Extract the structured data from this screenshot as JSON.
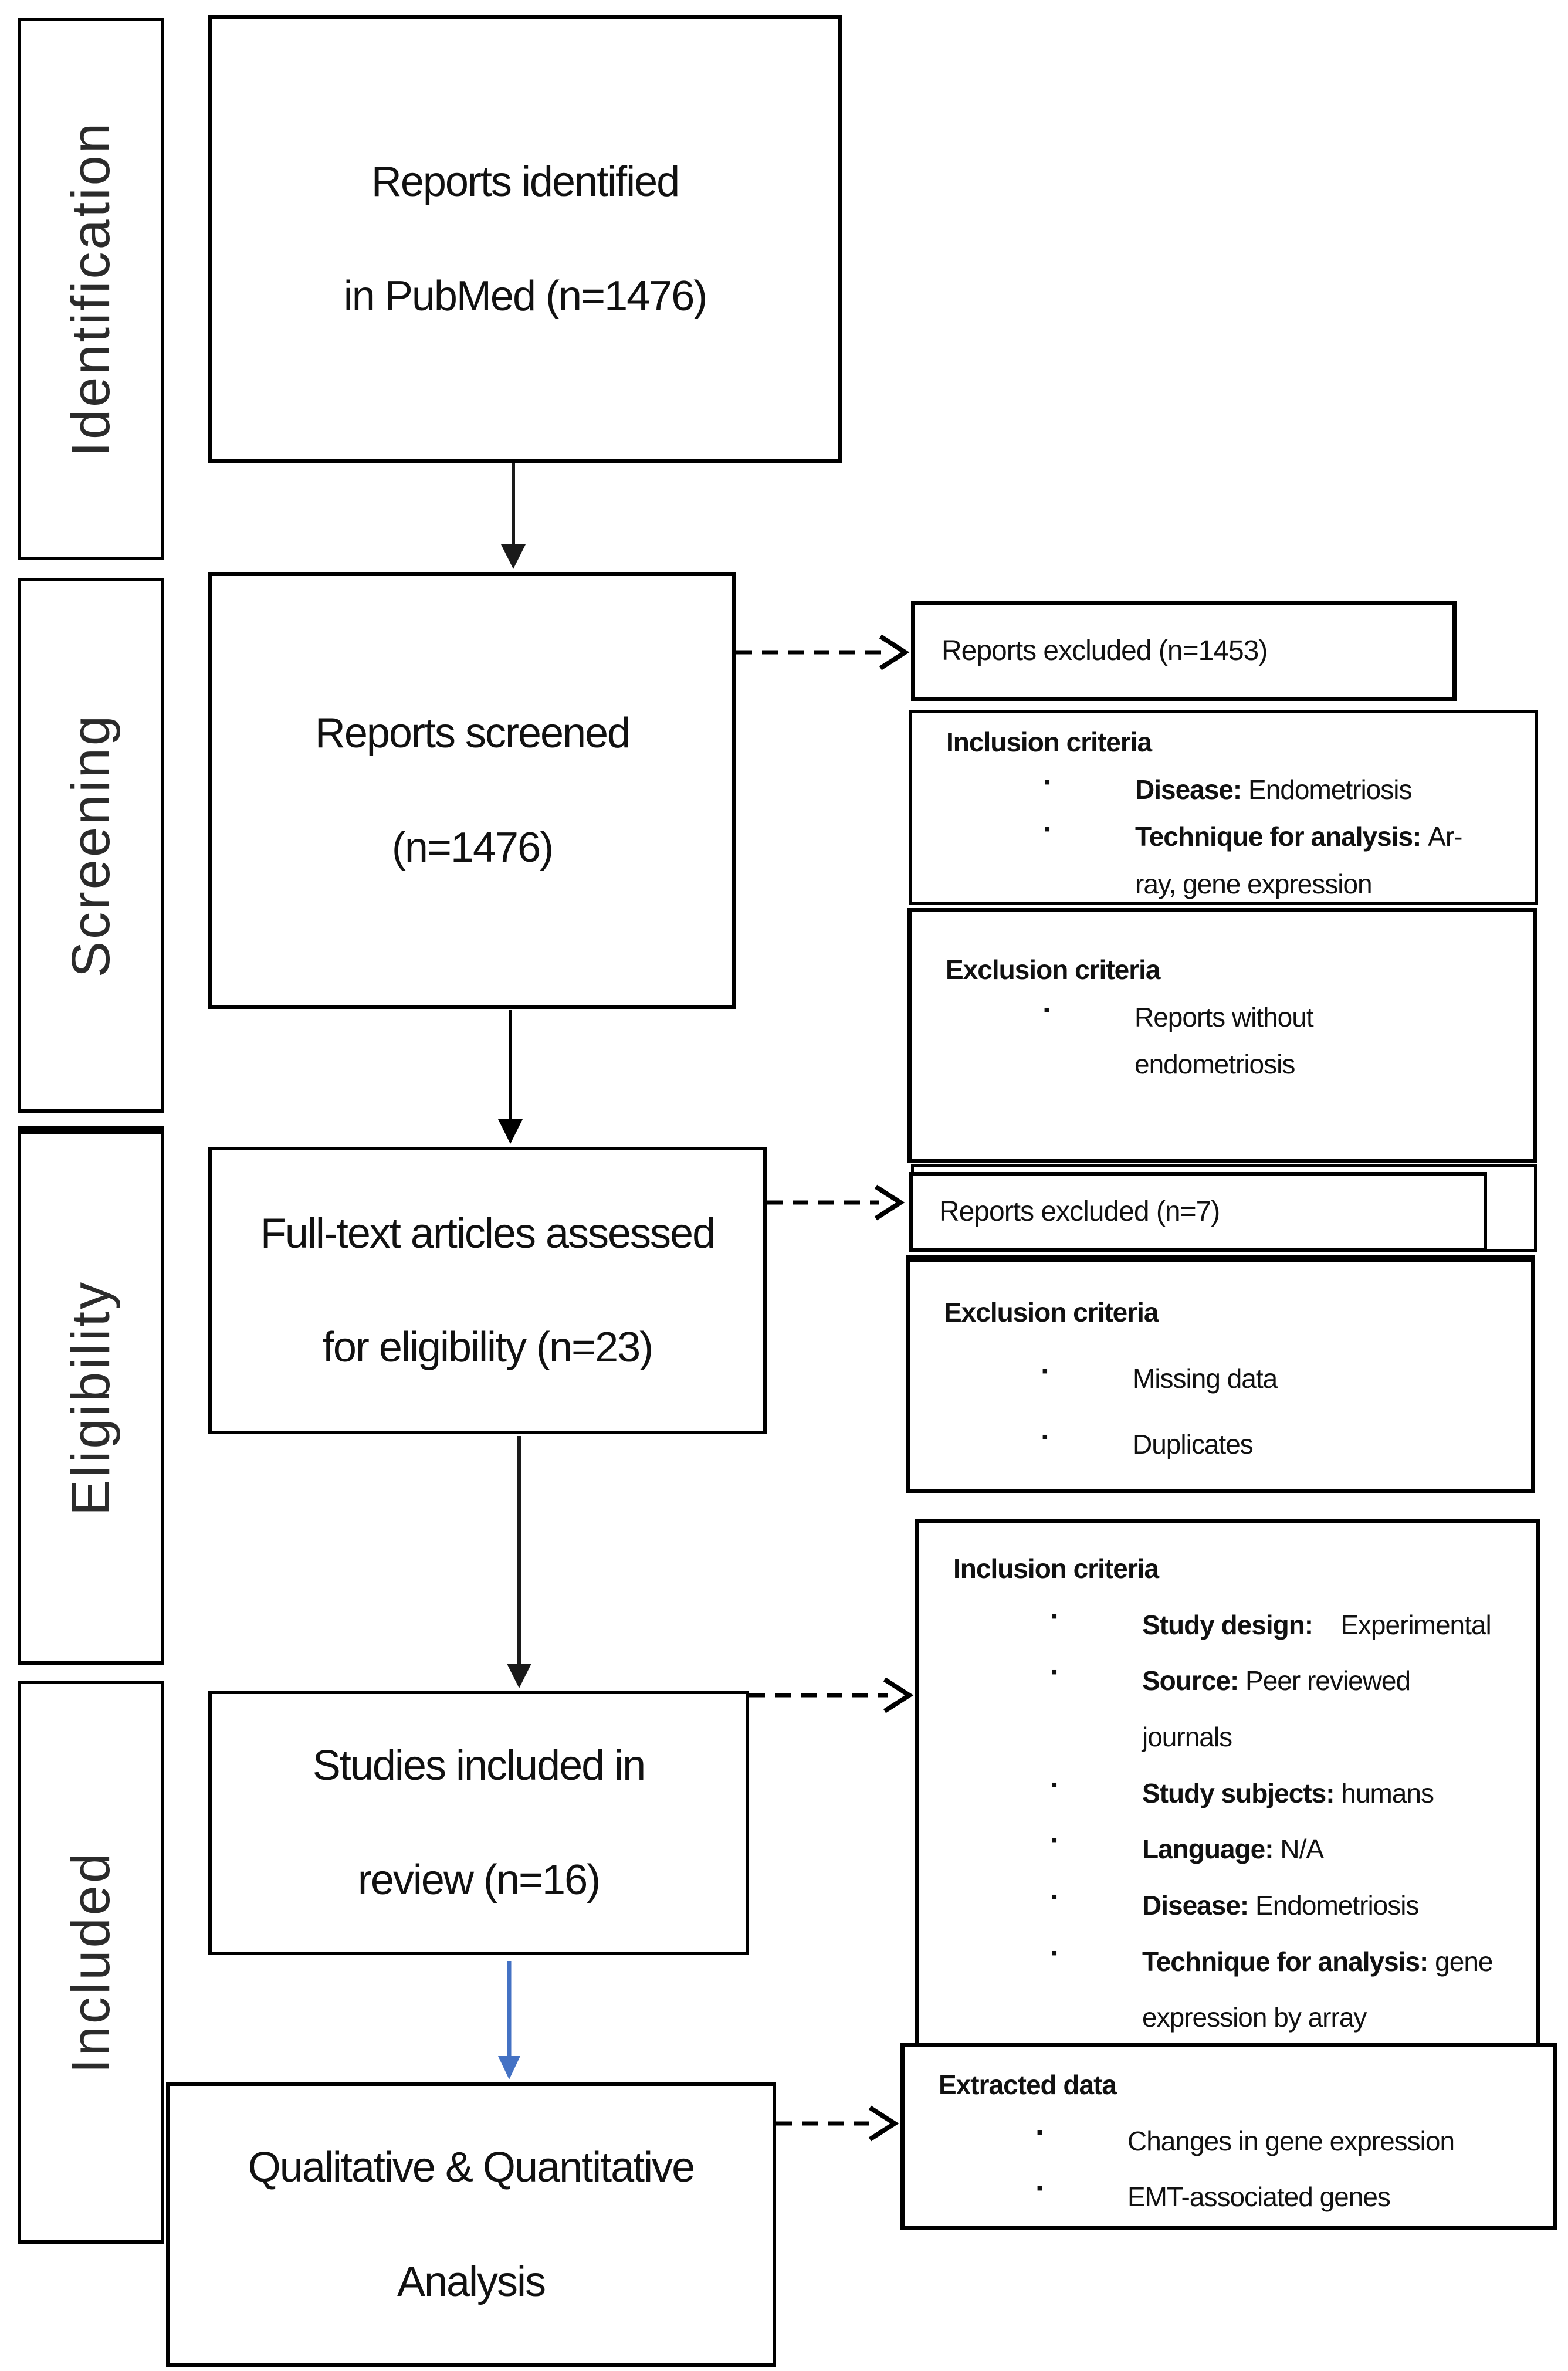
{
  "page": {
    "background": "#ffffff",
    "line_color": "#000000",
    "accent_blue": "#4472C4"
  },
  "sidebar": {
    "identification": "Identification",
    "screening": "Screening",
    "eligibility": "Eligibility",
    "included": "Included"
  },
  "flow": {
    "identified": {
      "line1": "Reports identified",
      "line2": "in PubMed (n=1476)"
    },
    "screened": {
      "line1": "Reports screened",
      "line2": "(n=1476)"
    },
    "fulltext": {
      "line1": "Full-text articles assessed",
      "line2": "for eligibility (n=23)"
    },
    "included": {
      "line1": "Studies included in",
      "line2": "review (n=16)"
    },
    "analysis": {
      "line1": "Qualitative & Quantitative",
      "line2": "Analysis"
    }
  },
  "side": {
    "excluded_screening": {
      "text": "Reports excluded (n=1453)"
    },
    "inclusion_screening": {
      "title": "Inclusion criteria",
      "item1_label": "Disease: ",
      "item1_value": "Endometriosis",
      "item2_label": "Technique for analysis: ",
      "item2_value": "Ar-\nray, gene expression"
    },
    "exclusion_screening": {
      "title": "Exclusion criteria",
      "item1_value": "Reports without\nendometriosis"
    },
    "excluded_eligibility": {
      "text": "Reports excluded (n=7)"
    },
    "exclusion_eligibility": {
      "title": "Exclusion criteria",
      "item1_value": "Missing data",
      "item2_value": "Duplicates"
    },
    "inclusion_included": {
      "title": "Inclusion criteria",
      "item1_label": "Study design: ",
      "item1_value": "   Experimental",
      "item2_label": "Source: ",
      "item2_value": "Peer reviewed\njournals",
      "item3_label": "Study subjects: ",
      "item3_value": "humans",
      "item4_label": "Language: ",
      "item4_value": "N/A",
      "item5_label": "Disease: ",
      "item5_value": "Endometriosis",
      "item6_label": "Technique for analysis: ",
      "item6_value": "gene\nexpression by array"
    },
    "extracted": {
      "title": "Extracted data",
      "item1_value": "Changes in gene expression",
      "item2_value": "EMT-associated genes"
    }
  }
}
